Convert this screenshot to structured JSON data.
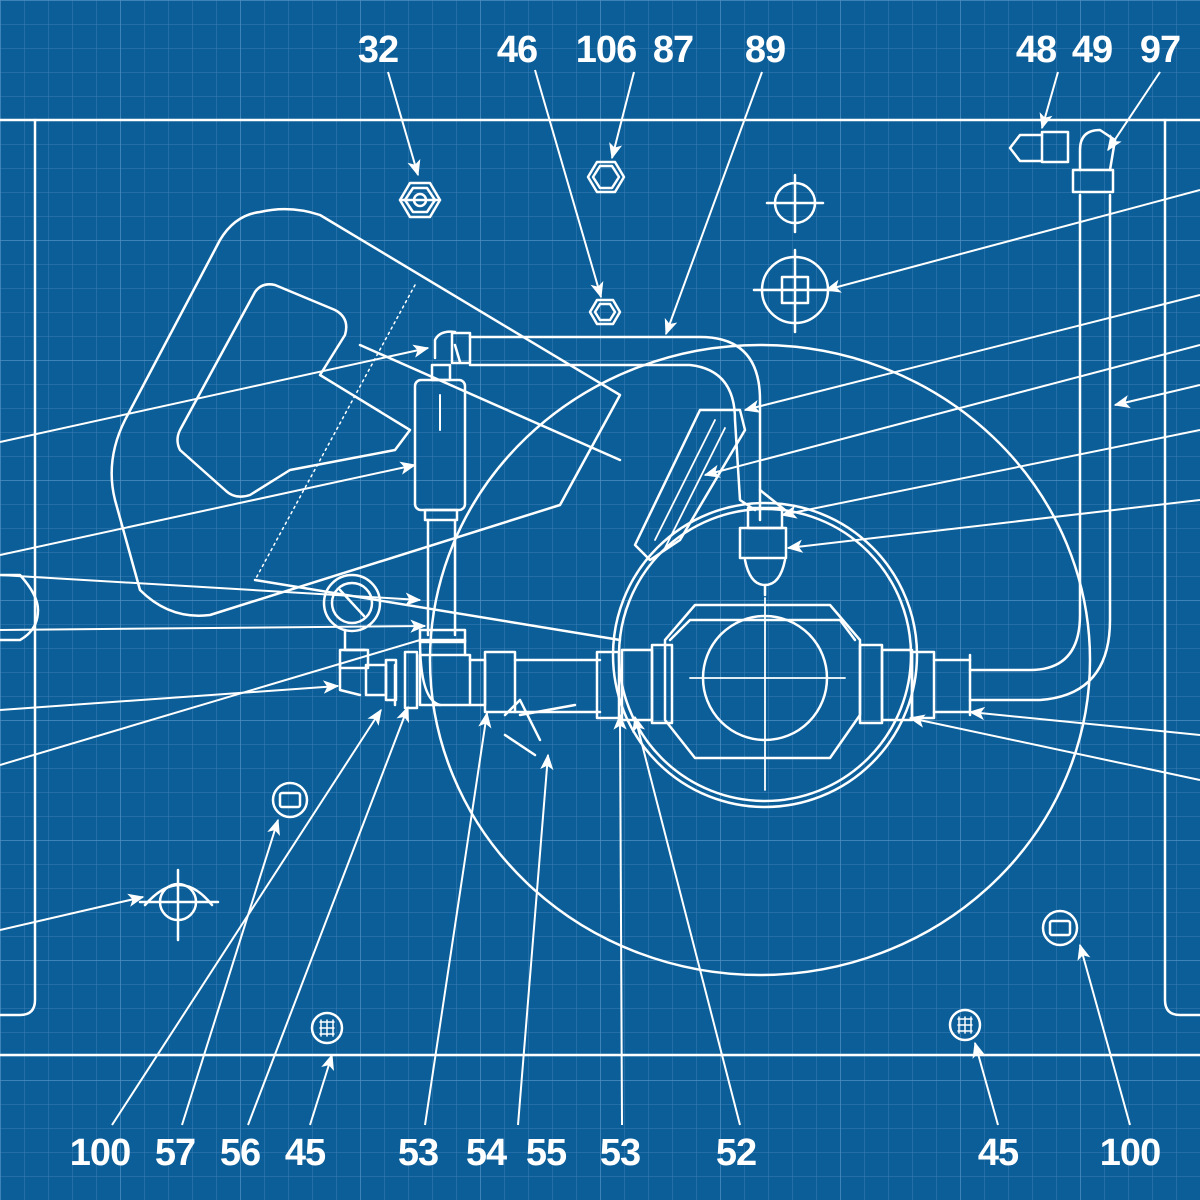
{
  "colors": {
    "background": "#0b5e98",
    "grid_minor": "#3b7fb5",
    "grid_major": "#4f8fc1",
    "lines": "#ffffff"
  },
  "callouts": {
    "top": [
      "32",
      "46",
      "106",
      "87",
      "89",
      "48",
      "49",
      "97"
    ],
    "bottom": [
      "100",
      "57",
      "56",
      "45",
      "53",
      "54",
      "55",
      "53",
      "52",
      "45",
      "100"
    ]
  }
}
